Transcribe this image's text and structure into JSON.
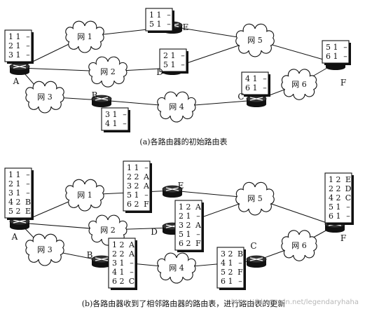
{
  "caption_a": "(a)各路由器的初始路由表",
  "caption_b": "(b)各路由器收到了相邻路由器的路由表，进行路由表的更新",
  "watermark": "https://blog.csdn.net/legendaryhaha",
  "panel_a": {
    "routers": [
      "A",
      "B",
      "C",
      "D",
      "E",
      "F"
    ],
    "networks": [
      "网 1",
      "网 2",
      "网 3",
      "网 4",
      "网 5",
      "网 6"
    ],
    "tables": {
      "A": [
        [
          "1",
          "1",
          "–"
        ],
        [
          "2",
          "1",
          "–"
        ],
        [
          "3",
          "1",
          "–"
        ]
      ],
      "B": [
        [
          "3",
          "1",
          "–"
        ],
        [
          "4",
          "1",
          "–"
        ]
      ],
      "C": [
        [
          "4",
          "1",
          "–"
        ],
        [
          "6",
          "1",
          "–"
        ]
      ],
      "D": [
        [
          "2",
          "1",
          "–"
        ],
        [
          "5",
          "1",
          "–"
        ]
      ],
      "E": [
        [
          "1",
          "1",
          "–"
        ],
        [
          "5",
          "1",
          "–"
        ]
      ],
      "F": [
        [
          "5",
          "1",
          "–"
        ],
        [
          "6",
          "1",
          "–"
        ]
      ]
    }
  },
  "panel_b": {
    "routers": [
      "A",
      "B",
      "C",
      "D",
      "E",
      "F"
    ],
    "networks": [
      "网 1",
      "网 2",
      "网 3",
      "网 4",
      "网 5",
      "网 6"
    ],
    "tables": {
      "A": [
        [
          "1",
          "1",
          "–"
        ],
        [
          "2",
          "1",
          "–"
        ],
        [
          "3",
          "1",
          "–"
        ],
        [
          "4",
          "2",
          "B"
        ],
        [
          "5",
          "2",
          "E"
        ]
      ],
      "B": [
        [
          "1",
          "2",
          "A"
        ],
        [
          "2",
          "2",
          "A"
        ],
        [
          "3",
          "1",
          "–"
        ],
        [
          "4",
          "1",
          "–"
        ],
        [
          "6",
          "2",
          "C"
        ]
      ],
      "C": [
        [
          "3",
          "2",
          "B"
        ],
        [
          "4",
          "1",
          "–"
        ],
        [
          "5",
          "2",
          "F"
        ],
        [
          "6",
          "1",
          "–"
        ]
      ],
      "D": [
        [
          "1",
          "2",
          "A"
        ],
        [
          "2",
          "1",
          "–"
        ],
        [
          "3",
          "2",
          "A"
        ],
        [
          "5",
          "1",
          "–"
        ],
        [
          "6",
          "2",
          "F"
        ]
      ],
      "E": [
        [
          "1",
          "1",
          "–"
        ],
        [
          "2",
          "2",
          "A"
        ],
        [
          "3",
          "2",
          "A"
        ],
        [
          "5",
          "1",
          "–"
        ],
        [
          "6",
          "2",
          "F"
        ]
      ],
      "F": [
        [
          "1",
          "2",
          "E"
        ],
        [
          "2",
          "2",
          "D"
        ],
        [
          "4",
          "2",
          "C"
        ],
        [
          "5",
          "1",
          "–"
        ],
        [
          "6",
          "1",
          "–"
        ]
      ]
    }
  }
}
